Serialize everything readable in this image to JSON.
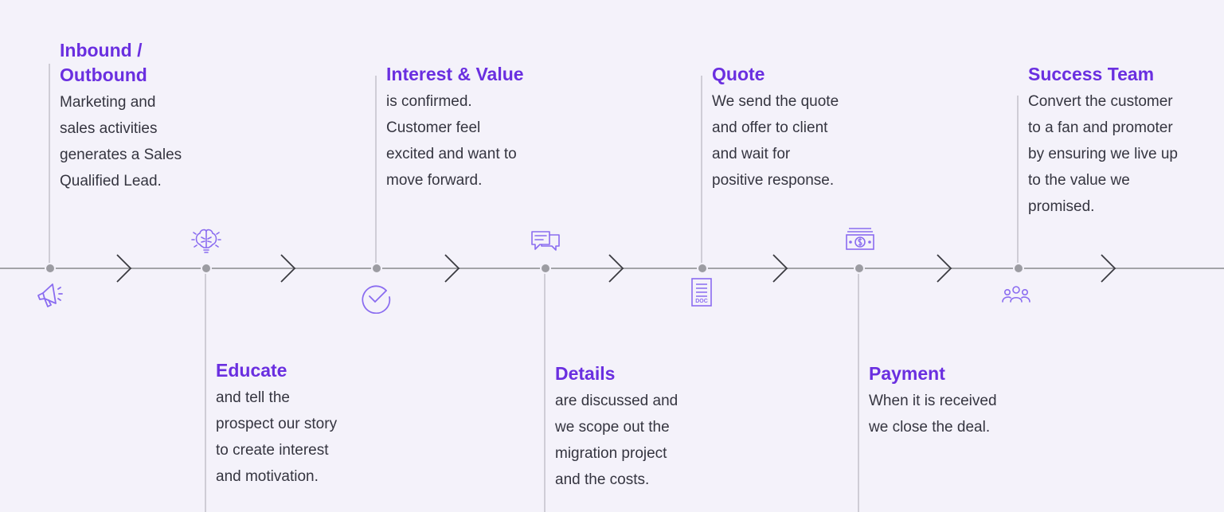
{
  "colors": {
    "accent": "#6a2fe0",
    "icon": "#8a6cf0",
    "line": "#a3a3a8",
    "text": "#353540",
    "background": "#f4f2fa"
  },
  "steps": [
    {
      "title": "Inbound /\nOutbound",
      "desc": "Marketing and\nsales activities\ngenerates a Sales\nQualified Lead.",
      "icon": "megaphone-icon"
    },
    {
      "title": "Educate",
      "desc": "and tell the\nprospect our story\nto create interest\nand motivation.",
      "icon": "brain-icon"
    },
    {
      "title": "Interest & Value",
      "desc": "is confirmed.\nCustomer feel\nexcited and want to\nmove forward.",
      "icon": "check-circle-icon"
    },
    {
      "title": "Details",
      "desc": "are discussed and\nwe scope out the\nmigration project\nand the costs.",
      "icon": "chat-bubbles-icon"
    },
    {
      "title": "Quote",
      "desc": "We send the quote\nand offer to client\nand wait for\npositive response.",
      "icon": "document-icon",
      "icon_label": "DOC"
    },
    {
      "title": "Payment",
      "desc": "When it is received\nwe close the deal.",
      "icon": "money-icon"
    },
    {
      "title": "Success Team",
      "desc": "Convert the customer\nto a fan and promoter\nby ensuring we live up\nto the value we\npromised.",
      "icon": "team-icon"
    }
  ]
}
